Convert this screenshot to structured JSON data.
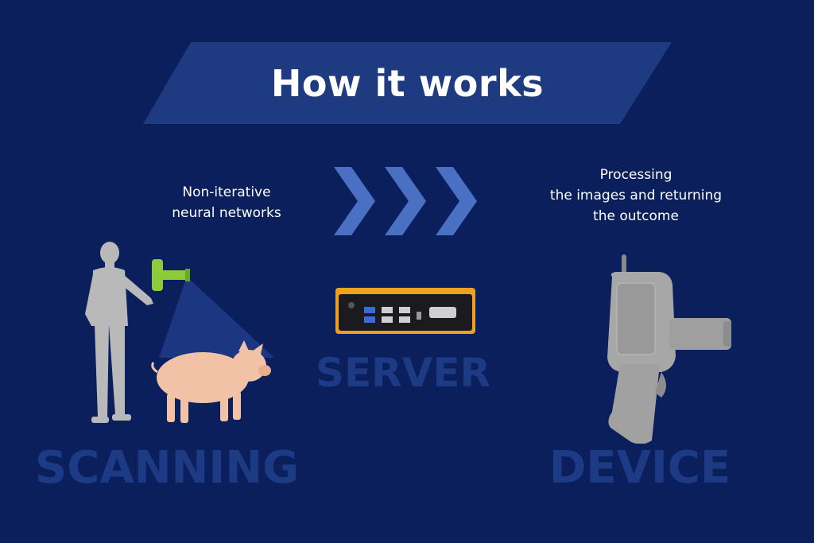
{
  "header": {
    "title": "How it works"
  },
  "captions": {
    "left": "Non-iterative\nneural networks",
    "right": "Processing\nthe images and returning\nthe outcome"
  },
  "labels": {
    "server": "SERVER",
    "scanning": "SCANNING",
    "device": "DEVICE"
  },
  "icons": {
    "chevrons": "chevron-right-icon",
    "scanning": "person-scanning-pig-illustration",
    "server": "server-box-illustration",
    "device": "handheld-scanner-illustration"
  },
  "colors": {
    "background": "#0b1f5c",
    "banner": "#1e3a80",
    "chevron": "#4a70c4",
    "label_text": "#1d3a84",
    "server_accent": "#f0a020",
    "scanner_green": "#8ccc3a",
    "pig": "#f2c2a6"
  }
}
